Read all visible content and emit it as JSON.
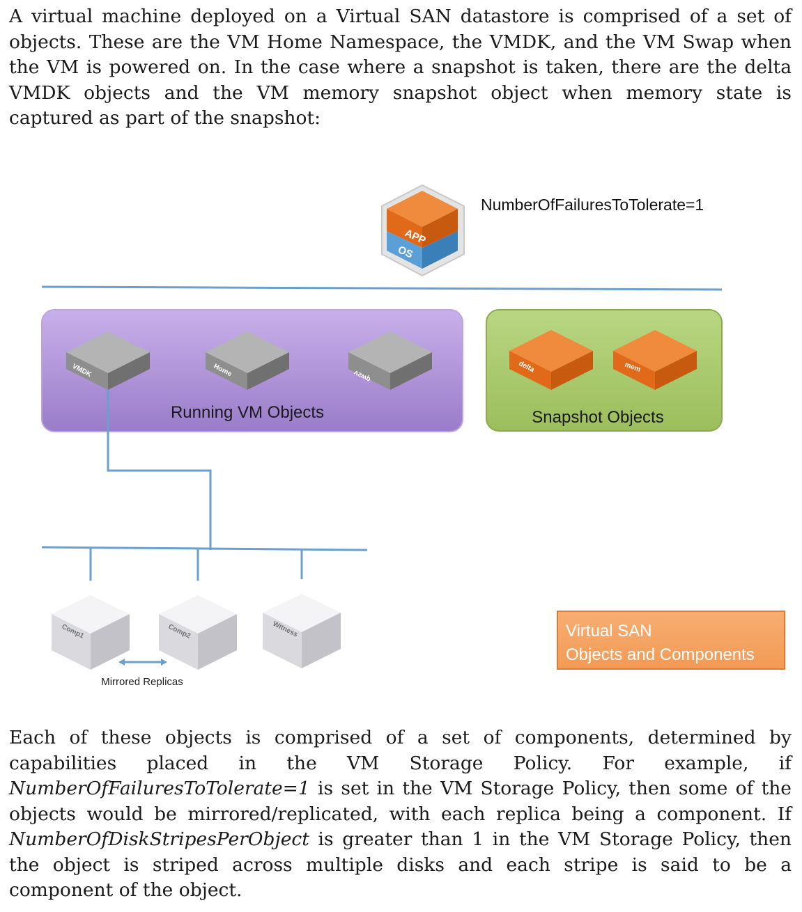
{
  "intro": {
    "text": "A virtual machine deployed on a Virtual SAN datastore is comprised of a set of objects. These are the VM Home Namespace, the VMDK, and the VM Swap when the VM is powered on. In the case where a snapshot is taken, there are the delta VMDK objects and the VM memory snapshot object when memory state is captured as part of the snapshot:"
  },
  "diagram": {
    "policy_label": "NumberOfFailuresToTolerate=1",
    "vm_icon": {
      "app": "APP",
      "os": "OS"
    },
    "running": {
      "label": "Running VM Objects",
      "objects": [
        "VMDK",
        "Home",
        "vswp"
      ]
    },
    "snapshot": {
      "label": "Snapshot Objects",
      "objects": [
        "delta",
        "mem"
      ]
    },
    "components": [
      "Comp1",
      "Comp2",
      "Witness"
    ],
    "mirrored_label": "Mirrored Replicas",
    "legend": {
      "line1": "Virtual SAN",
      "line2": "Objects and Components"
    },
    "colors": {
      "line": "#6a9fd0",
      "running_box": "#a98bd6",
      "snapshot_box": "#a9c96e",
      "orange": "#e8782a",
      "gray_cube": "#9a9a9a",
      "legend_box": "#f5a464"
    }
  },
  "body": {
    "before_1": "Each of these objects is comprised of a set of components, determined by capabilities placed in the VM Storage Policy. For example, if ",
    "policy_1": "NumberOfFailuresToTolerate=1",
    "after_1": " is set in the VM Storage Policy, then some of the objects would be mirrored/replicated, with each replica being a component. If ",
    "policy_2": "NumberOfDiskStripesPerObject",
    "after_2": " is greater than 1 in the VM Storage Policy, then the object is striped across multiple disks and each stripe is said to be a component of the object."
  }
}
